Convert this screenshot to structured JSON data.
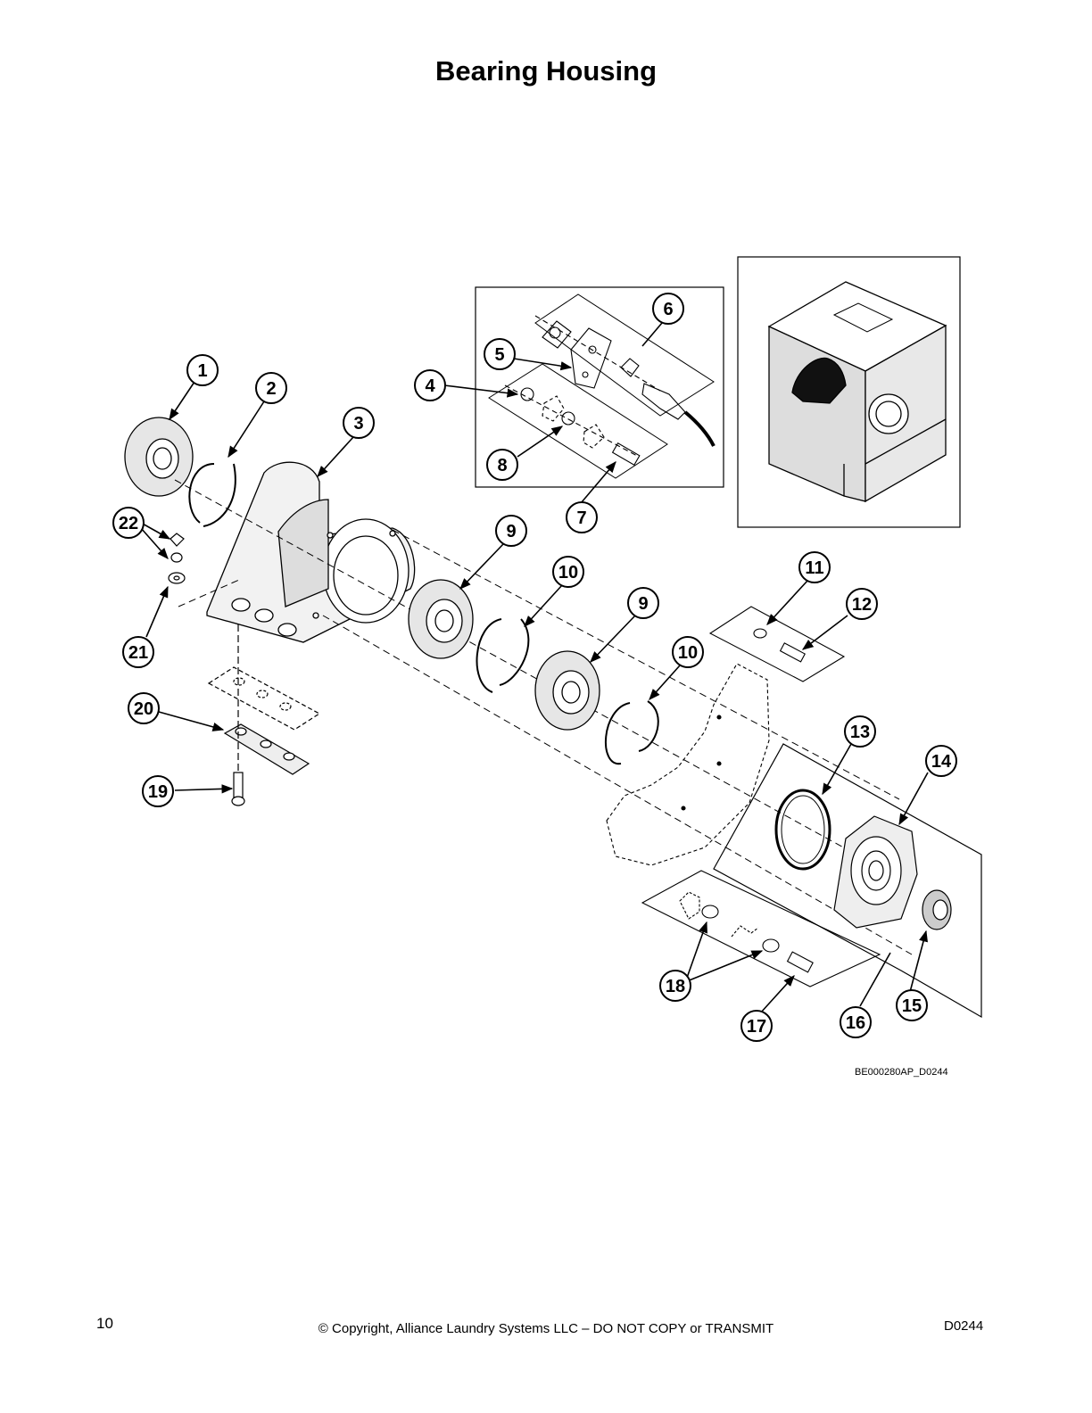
{
  "page": {
    "title": "Bearing Housing",
    "figure_id": "BE000280AP_D0244",
    "page_number": "10",
    "copyright": "© Copyright, Alliance Laundry Systems LLC – DO NOT COPY or TRANSMIT",
    "doc_code": "D0244"
  },
  "callouts": [
    "1",
    "2",
    "3",
    "4",
    "5",
    "6",
    "7",
    "8",
    "9",
    "10",
    "9",
    "10",
    "11",
    "12",
    "13",
    "14",
    "15",
    "16",
    "17",
    "18",
    "19",
    "20",
    "21",
    "22"
  ]
}
